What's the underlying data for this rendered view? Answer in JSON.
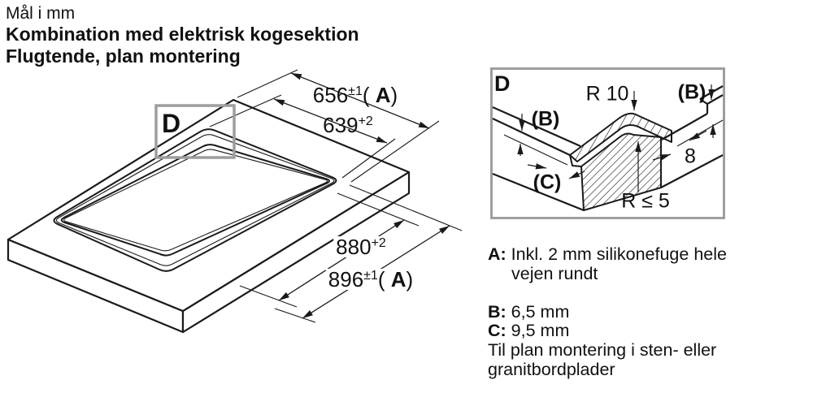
{
  "header": {
    "measure_unit_line": "Mål i mm",
    "title_line": "Kombination med elektrisk kogesektion",
    "subtitle_line": "Flugtende, plan montering"
  },
  "main_view": {
    "detail_marker": "D",
    "dim_width_outer": {
      "value": "656",
      "tol": "±1",
      "paren_open": "( ",
      "letter": "A",
      "paren_close": ")"
    },
    "dim_width_inner": {
      "value": "639",
      "tol": "+2",
      "paren_open": "",
      "letter": "",
      "paren_close": ""
    },
    "dim_length_inner": {
      "value": "880",
      "tol": "+2",
      "paren_open": "",
      "letter": "",
      "paren_close": ""
    },
    "dim_length_outer": {
      "value": "896",
      "tol": "±1",
      "paren_open": "( ",
      "letter": "A",
      "paren_close": ")"
    }
  },
  "detail_view": {
    "marker": "D",
    "radius_top": "R 10",
    "depth_b_left": "(B)",
    "depth_b_right": "(B)",
    "ledge_width": "8",
    "depth_c": "(C)",
    "radius_bottom": "R ≤ 5"
  },
  "notes": {
    "a_label": "A:",
    "a_text_line1": "Inkl. 2 mm silikonefuge hele",
    "a_text_line2": "vejen rundt",
    "b_label": "B:",
    "b_text": "6,5 mm",
    "c_label": "C:",
    "c_text": "9,5 mm",
    "footer_line1": "Til plan montering i sten- eller",
    "footer_line2": "granitbordplader"
  },
  "colors": {
    "line": "#1a1a1a",
    "frame_gray": "#9e9e9e",
    "background": "#ffffff"
  }
}
